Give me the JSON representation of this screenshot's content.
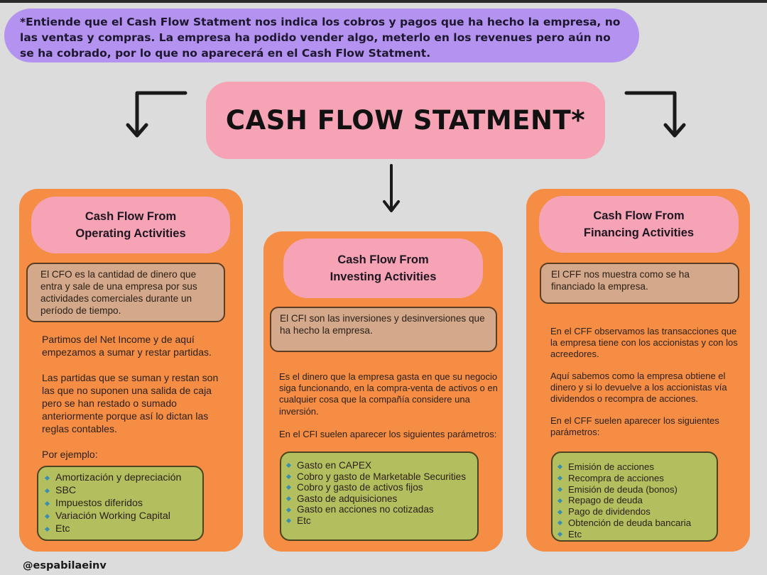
{
  "note": "*Entiende que el Cash Flow Statment nos indica los cobros y pagos que ha hecho la empresa, no las ventas y compras. La empresa ha podido vender algo, meterlo en los revenues pero aún no se ha cobrado, por lo que no aparecerá en el Cash Flow Statment.",
  "title": "CASH FLOW STATMENT*",
  "operating": {
    "heading_line1": "Cash Flow From",
    "heading_line2": "Operating Activities",
    "definition": "El CFO es la cantidad de dinero que entra y sale de una empresa por sus actividades comerciales durante un período de tiempo.",
    "paragraphs": [
      "Partimos del Net Income y de aquí empezamos a sumar y restar partidas.",
      "Las partidas que se suman y restan son las que no suponen una salida de caja pero se han restado o sumado anteriormente porque así lo dictan las reglas contables.",
      "Por ejemplo:"
    ],
    "items": [
      "Amortización y depreciación",
      "SBC",
      "Impuestos diferidos",
      "Variación Working Capital",
      "Etc"
    ]
  },
  "investing": {
    "heading_line1": "Cash Flow From",
    "heading_line2": "Investing Activities",
    "definition": "El CFI son las inversiones y desinversiones que ha hecho la empresa.",
    "paragraphs": [
      "Es el dinero que la empresa gasta en que su negocio siga funcionando, en la compra-venta de activos o en cualquier cosa que la compañía considere una inversión.",
      "En el CFI suelen aparecer los siguientes parámetros:"
    ],
    "items": [
      "Gasto en CAPEX",
      "Cobro y gasto de Marketable Securities",
      "Cobro y gasto de activos fijos",
      "Gasto de adquisiciones",
      "Gasto en acciones no cotizadas",
      "Etc"
    ]
  },
  "financing": {
    "heading_line1": "Cash Flow From",
    "heading_line2": "Financing Activities",
    "definition": "El CFF nos muestra como se ha financiado la empresa.",
    "paragraphs": [
      "En el CFF observamos las transacciones que la empresa tiene con los accionistas y con los acreedores.",
      "Aquí sabemos como la empresa obtiene el dinero y si lo devuelve a los accionistas vía dividendos o recompra de acciones.",
      "En el CFF suelen aparecer los siguientes parámetros:"
    ],
    "items": [
      "Emisión de acciones",
      "Recompra de acciones",
      "Emisión de deuda (bonos)",
      "Repago de deuda",
      "Pago de dividendos",
      "Obtención de deuda bancaria",
      "Etc"
    ]
  },
  "handle": "@espabilaeinv",
  "colors": {
    "background": "#dcdcdc",
    "note": "#b392f0",
    "pink": "#f5a3b5",
    "orange": "#f58d45",
    "definition_box": "#d4a88a",
    "list_box": "#b3be5e",
    "bullet": "#3a8fb0"
  }
}
